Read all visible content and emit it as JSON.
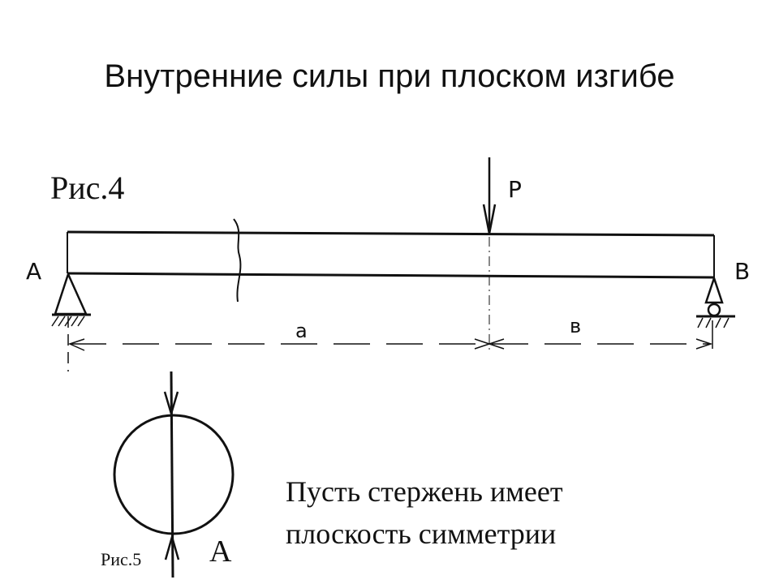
{
  "slide": {
    "title": "Внутренние силы при плоском изгибе",
    "caption_line1": "Пусть стержень имеет",
    "caption_line2": "плоскость симметрии"
  },
  "figure4": {
    "label": "Рис.4",
    "force_label": "P",
    "support_left_label": "A",
    "support_right_label": "B",
    "dim_a_label": "a",
    "dim_b_label": "в"
  },
  "figure5": {
    "label": "Рис.5",
    "view_label": "A"
  }
}
